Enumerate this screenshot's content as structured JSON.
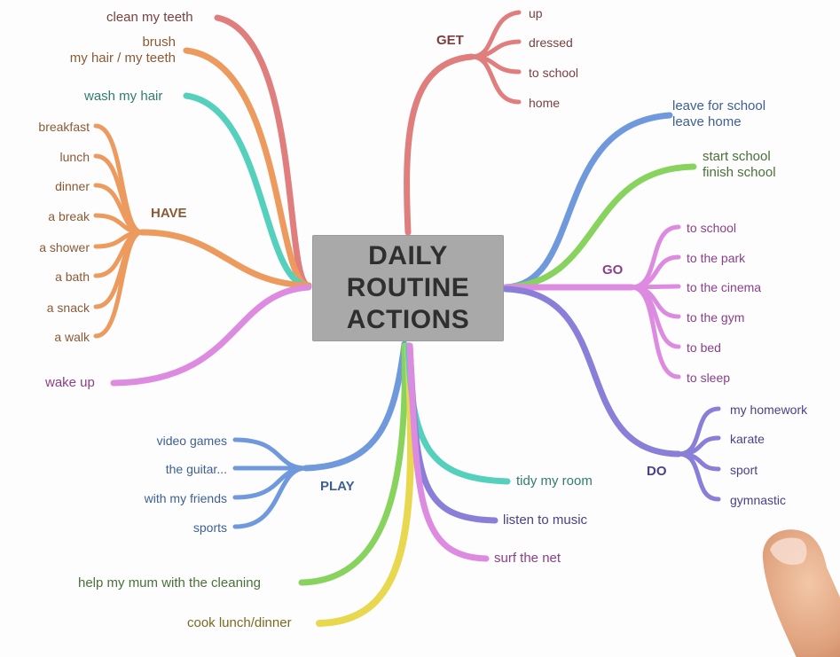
{
  "center": {
    "lines": [
      "DAILY",
      "ROUTINE",
      "ACTIONS"
    ]
  },
  "colors": {
    "get": "#e07d7d",
    "have": "#ec9a5e",
    "go": "#dd8be0",
    "do": "#8a7fd8",
    "play": "#6f99dc",
    "blue": "#6f99dc",
    "green": "#88d35e",
    "teal": "#55d0bd",
    "yellow": "#e8d850",
    "wake": "#dd8be0",
    "text_dark": "#555",
    "text_green": "#4b6f3a"
  },
  "branches": {
    "clean_teeth": "clean my teeth",
    "brush": [
      "brush",
      "my hair / my teeth"
    ],
    "wash_hair": "wash my hair",
    "wake_up": "wake up",
    "have": {
      "label": "HAVE",
      "items": [
        "breakfast",
        "lunch",
        "dinner",
        "a break",
        "a shower",
        "a bath",
        "a snack",
        "a walk"
      ]
    },
    "get": {
      "label": "GET",
      "items": [
        "up",
        "dressed",
        "to school",
        "home"
      ]
    },
    "leave": [
      "leave for school",
      "leave home"
    ],
    "start": [
      "start school",
      "finish school"
    ],
    "go": {
      "label": "GO",
      "items": [
        "to school",
        "to the park",
        "to the cinema",
        "to the gym",
        "to bed",
        "to sleep"
      ]
    },
    "do": {
      "label": "DO",
      "items": [
        "my homework",
        "karate",
        "sport",
        "gymnastic"
      ]
    },
    "play": {
      "label": "PLAY",
      "items": [
        "video games",
        "the guitar...",
        "with my friends",
        "sports"
      ]
    },
    "tidy": "tidy my room",
    "listen": "listen to music",
    "surf": "surf the net",
    "help": "help my mum with the cleaning",
    "cook": "cook lunch/dinner"
  }
}
